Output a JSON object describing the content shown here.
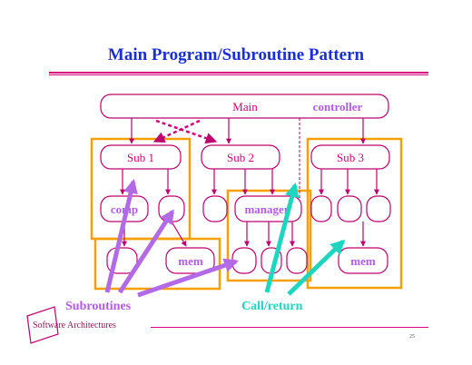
{
  "slide": {
    "title": "Main Program/Subroutine Pattern",
    "footer": "Software Architectures",
    "page_number": "25"
  },
  "diagram": {
    "main_label": "Main",
    "controller_label": "controller",
    "sub1_label": "Sub 1",
    "sub2_label": "Sub 2",
    "sub3_label": "Sub 3",
    "comp_label": "comp",
    "manager_label": "manager",
    "mem_label_1": "mem",
    "mem_label_2": "mem",
    "subroutines_label": "Subroutines",
    "callreturn_label": "Call/return"
  },
  "colors": {
    "title": "#1a2fd8",
    "box_stroke": "#c0006e",
    "group_border": "#f5a000",
    "node_text": "#d4007a",
    "label_text": "#b15ce8",
    "purple_arrow": "#b36ae6",
    "cyan_arrow": "#1ed6c0"
  }
}
